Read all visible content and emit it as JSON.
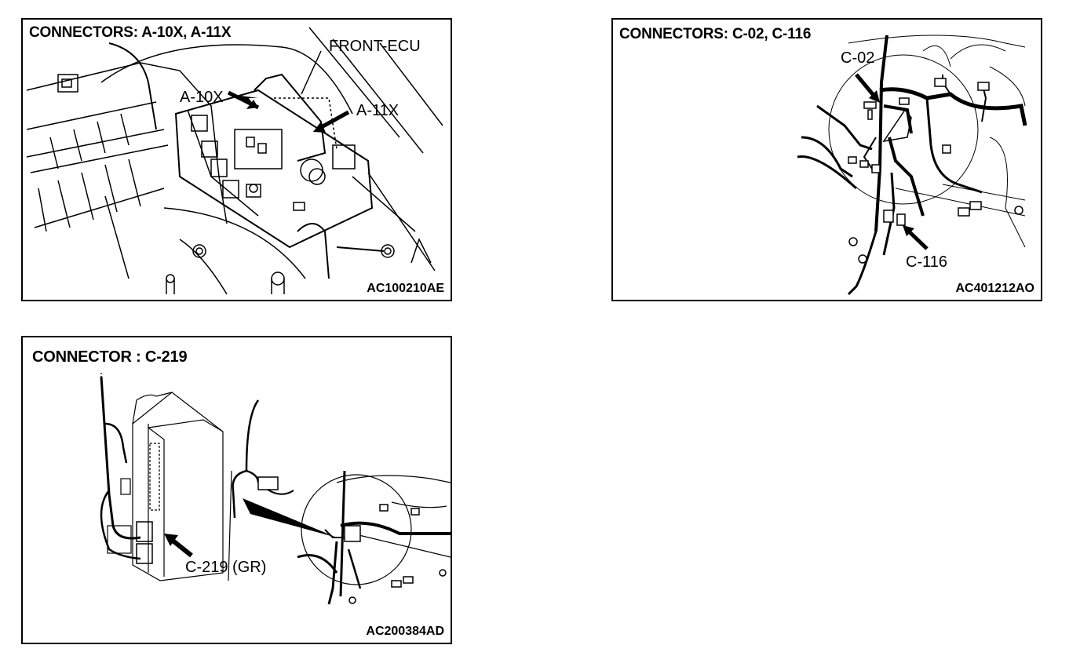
{
  "panels": [
    {
      "title": "CONNECTORS: A-10X, A-11X",
      "labels": [
        "FRONT-ECU",
        "A-10X",
        "A-11X"
      ],
      "figure_code": "AC100210AE"
    },
    {
      "title": "CONNECTORS: C-02, C-116",
      "labels": [
        "C-02",
        "C-116"
      ],
      "figure_code": "AC401212AO"
    },
    {
      "title": "CONNECTOR : C-219",
      "labels": [
        "C-219 (GR)"
      ],
      "figure_code": "AC200384AD"
    }
  ]
}
